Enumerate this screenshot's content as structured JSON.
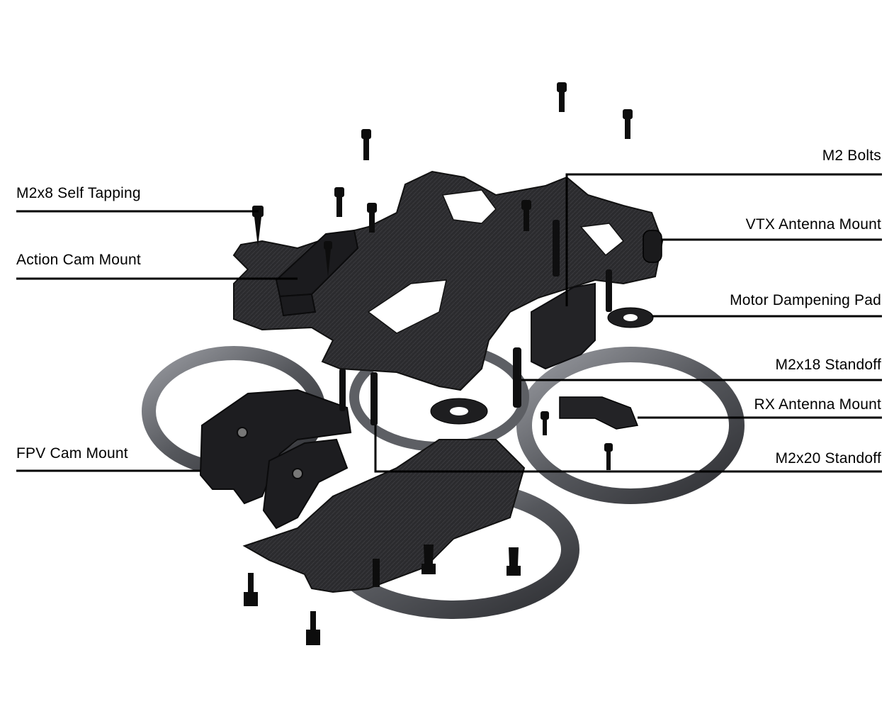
{
  "labels": {
    "m2x8_self_tapping": "M2x8 Self Tapping",
    "action_cam_mount": "Action Cam Mount",
    "fpv_cam_mount": "FPV Cam Mount",
    "m2_bolts": "M2 Bolts",
    "vtx_antenna_mount": "VTX Antenna Mount",
    "motor_dampening_pad": "Motor Dampening Pad",
    "m2x18_standoff": "M2x18 Standoff",
    "rx_antenna_mount": "RX Antenna Mount",
    "m2x20_standoff": "M2x20 Standoff"
  },
  "colors": {
    "carbon": "#2b2b2e",
    "carbon_edge": "#111113",
    "duct": "#4a4b50",
    "duct_light": "#8a8c92",
    "bolt": "#0d0d0d",
    "leader_line": "#000000"
  }
}
